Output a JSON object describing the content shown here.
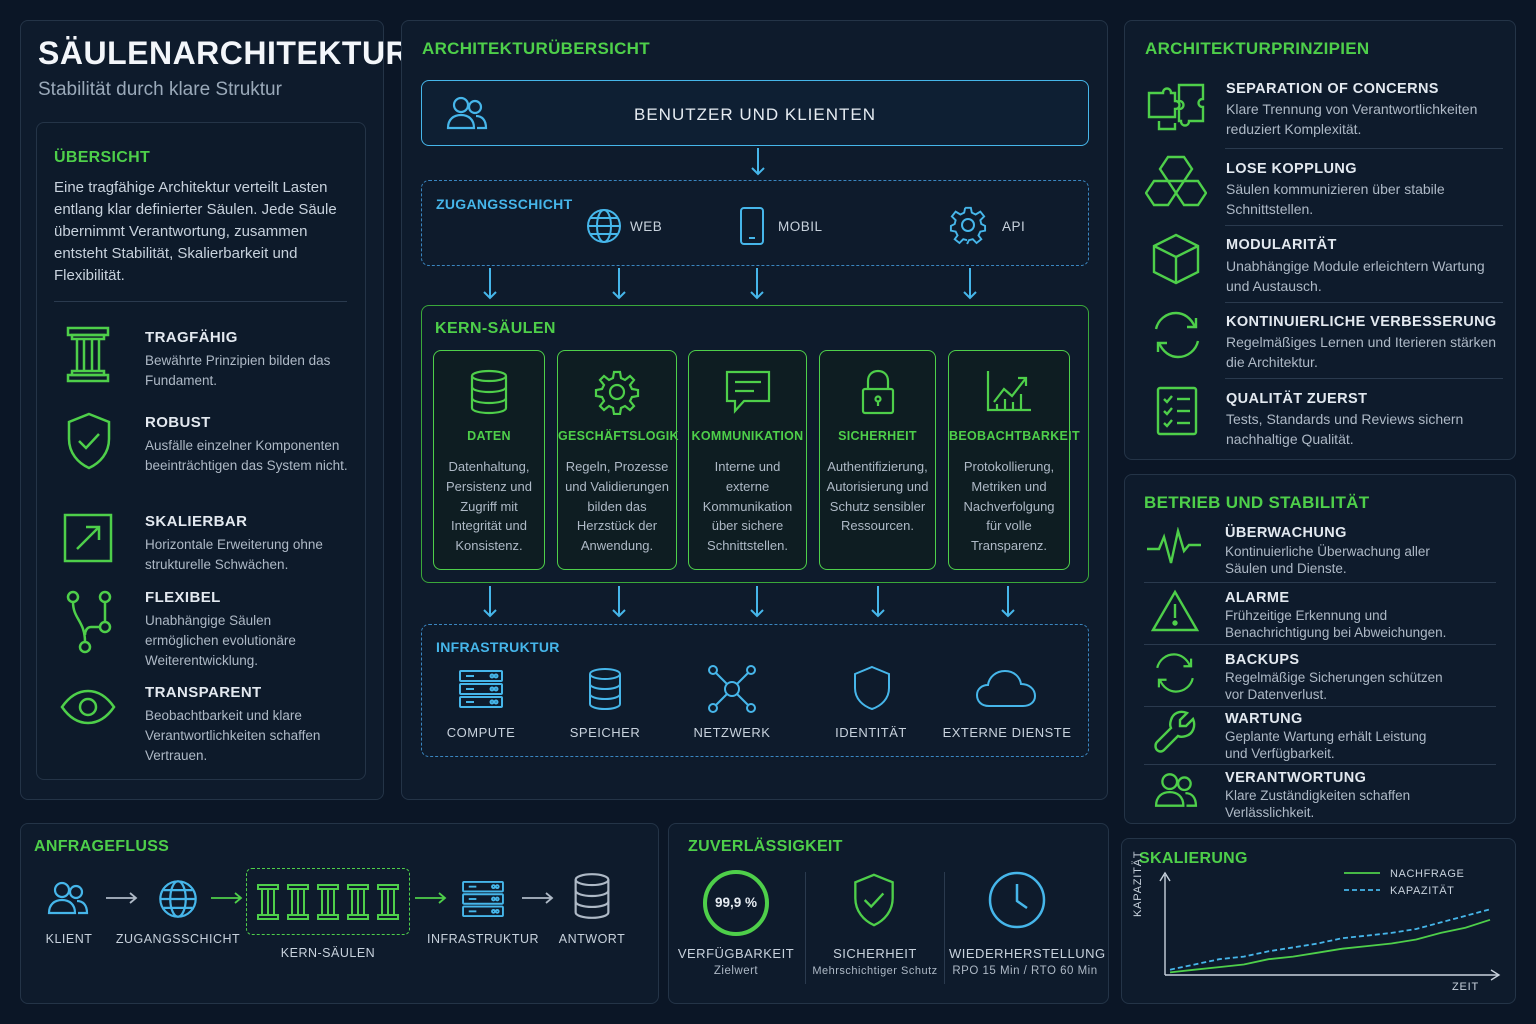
{
  "header": {
    "title": "SÄULENARCHITEKTUR",
    "subtitle": "Stabilität durch klare Struktur"
  },
  "overview": {
    "heading": "ÜBERSICHT",
    "text": "Eine tragfähige Architektur verteilt Lasten entlang klar definierter Säulen. Jede Säule übernimmt Verantwortung, zusammen entsteht Stabilität, Skalierbarkeit und Flexibilität.",
    "items": [
      {
        "title": "TRAGFÄHIG",
        "desc": "Bewährte Prinzipien bilden das Fundament.",
        "icon": "pillar-icon"
      },
      {
        "title": "ROBUST",
        "desc": "Ausfälle einzelner Komponenten beeinträchtigen das System nicht.",
        "icon": "shield-check-icon"
      },
      {
        "title": "SKALIERBAR",
        "desc": "Horizontale Erweiterung ohne strukturelle Schwächen.",
        "icon": "expand-arrow-icon"
      },
      {
        "title": "FLEXIBEL",
        "desc": "Unabhängige Säulen ermöglichen evolutionäre Weiterentwicklung.",
        "icon": "branch-icon"
      },
      {
        "title": "TRANSPARENT",
        "desc": "Beobachtbarkeit und klare Verantwortlichkeiten schaffen Vertrauen.",
        "icon": "eye-icon"
      }
    ]
  },
  "architecture": {
    "heading": "ARCHITEKTURÜBERSICHT",
    "users": "BENUTZER UND KLIENTEN",
    "access": {
      "heading": "ZUGANGSSCHICHT",
      "items": [
        {
          "label": "WEB",
          "icon": "globe-icon"
        },
        {
          "label": "MOBIL",
          "icon": "mobile-icon"
        },
        {
          "label": "API",
          "icon": "gear-icon"
        }
      ]
    },
    "core": {
      "heading": "KERN-SÄULEN",
      "pillars": [
        {
          "title": "DATEN",
          "desc": "Datenhaltung, Persistenz und Zugriff mit Integrität und Konsistenz.",
          "icon": "database-icon"
        },
        {
          "title": "GESCHÄFTSLOGIK",
          "desc": "Regeln, Prozesse und Validierungen bilden das Herzstück der Anwendung.",
          "icon": "gear-icon"
        },
        {
          "title": "KOMMUNIKATION",
          "desc": "Interne und externe Kommunikation über sichere Schnittstellen.",
          "icon": "chat-icon"
        },
        {
          "title": "SICHERHEIT",
          "desc": "Authentifizierung, Autorisierung und Schutz sensibler Ressourcen.",
          "icon": "lock-icon"
        },
        {
          "title": "BEOBACHTBARKEIT",
          "desc": "Protokollierung, Metriken und Nachverfolgung für volle Transparenz.",
          "icon": "chart-icon"
        }
      ]
    },
    "infra": {
      "heading": "INFRASTRUKTUR",
      "items": [
        {
          "label": "COMPUTE",
          "icon": "server-icon"
        },
        {
          "label": "SPEICHER",
          "icon": "database-icon"
        },
        {
          "label": "NETZWERK",
          "icon": "network-icon"
        },
        {
          "label": "IDENTITÄT",
          "icon": "shield-icon"
        },
        {
          "label": "EXTERNE DIENSTE",
          "icon": "cloud-icon"
        }
      ]
    }
  },
  "principles": {
    "heading": "ARCHITEKTURPRINZIPIEN",
    "items": [
      {
        "title": "SEPARATION OF CONCERNS",
        "desc": "Klare Trennung von Verantwortlichkeiten reduziert Komplexität.",
        "icon": "puzzle-icon"
      },
      {
        "title": "LOSE KOPPLUNG",
        "desc": "Säulen kommunizieren über stabile Schnittstellen.",
        "icon": "hexagons-icon"
      },
      {
        "title": "MODULARITÄT",
        "desc": "Unabhängige Module erleichtern Wartung und Austausch.",
        "icon": "cube-icon"
      },
      {
        "title": "KONTINUIERLICHE VERBESSERUNG",
        "desc": "Regelmäßiges Lernen und Iterieren stärken die Architektur.",
        "icon": "cycle-icon"
      },
      {
        "title": "QUALITÄT ZUERST",
        "desc": "Tests, Standards und Reviews sichern nachhaltige Qualität.",
        "icon": "checklist-icon"
      }
    ]
  },
  "operations": {
    "heading": "BETRIEB UND STABILITÄT",
    "items": [
      {
        "title": "ÜBERWACHUNG",
        "desc": "Kontinuierliche Überwachung aller Säulen und Dienste.",
        "icon": "pulse-icon"
      },
      {
        "title": "ALARME",
        "desc": "Frühzeitige Erkennung und Benachrichtigung bei Abweichungen.",
        "icon": "warning-icon"
      },
      {
        "title": "BACKUPS",
        "desc": "Regelmäßige Sicherungen schützen vor Datenverlust.",
        "icon": "cycle-icon"
      },
      {
        "title": "WARTUNG",
        "desc": "Geplante Wartung erhält Leistung und Verfügbarkeit.",
        "icon": "wrench-icon"
      },
      {
        "title": "VERANTWORTUNG",
        "desc": "Klare Zuständigkeiten schaffen Verlässlichkeit.",
        "icon": "users-icon"
      }
    ]
  },
  "requestflow": {
    "heading": "ANFRAGEFLUSS",
    "steps": [
      {
        "label": "KLIENT",
        "icon": "users-icon"
      },
      {
        "label": "ZUGANGSSCHICHT",
        "icon": "globe-icon"
      },
      {
        "label": "KERN-SÄULEN",
        "icon": "pillars-icon"
      },
      {
        "label": "INFRASTRUKTUR",
        "icon": "server-icon"
      },
      {
        "label": "ANTWORT",
        "icon": "database-icon"
      }
    ]
  },
  "reliability": {
    "heading": "ZUVERLÄSSIGKEIT",
    "items": [
      {
        "value": "99,9 %",
        "title": "VERFÜGBARKEIT",
        "desc": "Zielwert",
        "icon": "ring-icon"
      },
      {
        "title": "SICHERHEIT",
        "desc": "Mehrschichtiger Schutz",
        "icon": "shield-check-icon"
      },
      {
        "title": "WIEDERHERSTELLUNG",
        "desc": "RPO 15 Min / RTO 60 Min",
        "icon": "clock-icon"
      }
    ]
  },
  "colors": {
    "green": "#4ecf4a",
    "blue": "#46b6ea",
    "background": "#0b1626"
  },
  "chart_data": {
    "type": "line",
    "title": "SKALIERUNG",
    "xlabel": "ZEIT",
    "ylabel": "KAPAZITÄT",
    "legend_position": "top-right",
    "x": [
      0,
      1,
      2,
      3,
      4,
      5,
      6,
      7,
      8,
      9,
      10,
      11,
      12,
      13
    ],
    "series": [
      {
        "name": "NACHFRAGE",
        "style": "solid",
        "color": "#4ecf4a",
        "values": [
          2,
          4,
          6,
          8,
          12,
          14,
          17,
          20,
          22,
          24,
          27,
          32,
          36,
          42
        ]
      },
      {
        "name": "KAPAZITÄT",
        "style": "dashed",
        "color": "#46b6ea",
        "values": [
          4,
          8,
          12,
          14,
          18,
          21,
          24,
          28,
          30,
          32,
          35,
          40,
          45,
          50
        ]
      }
    ],
    "ylim": [
      0,
      70
    ]
  }
}
